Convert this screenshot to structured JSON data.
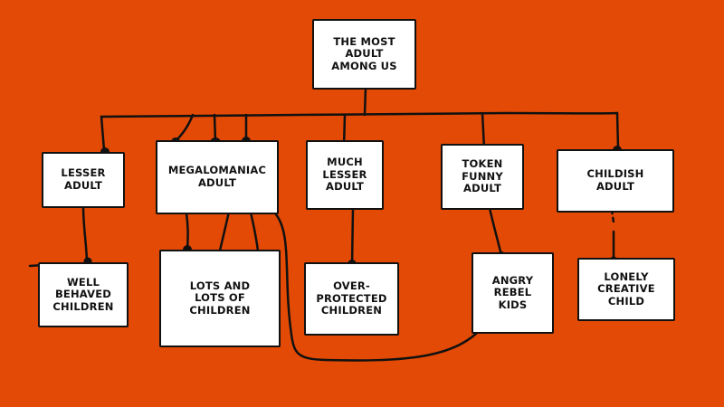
{
  "colors": {
    "background": "#e24a05",
    "box": "#ffffff",
    "ink": "#111111"
  },
  "nodes": {
    "root": "THE MOST\nADULT\nAMONG US",
    "lesser_adult": "LESSER\nADULT",
    "megalomaniac_adult": "MEGALOMANIAC\nADULT",
    "much_lesser_adult": "MUCH\nLESSER\nADULT",
    "token_funny_adult": "TOKEN\nFUNNY\nADULT",
    "childish_adult": "CHILDISH\nADULT",
    "well_behaved_children": "WELL\nBEHAVED\nCHILDREN",
    "lots_of_children": "LOTS AND\nLOTS OF\nCHILDREN",
    "over_protected_children": "OVER-\nPROTECTED\nCHILDREN",
    "angry_rebel_kids": "ANGRY\nREBEL\nKIDS",
    "lonely_creative_child": "LONELY\nCREATIVE\nCHILD"
  }
}
